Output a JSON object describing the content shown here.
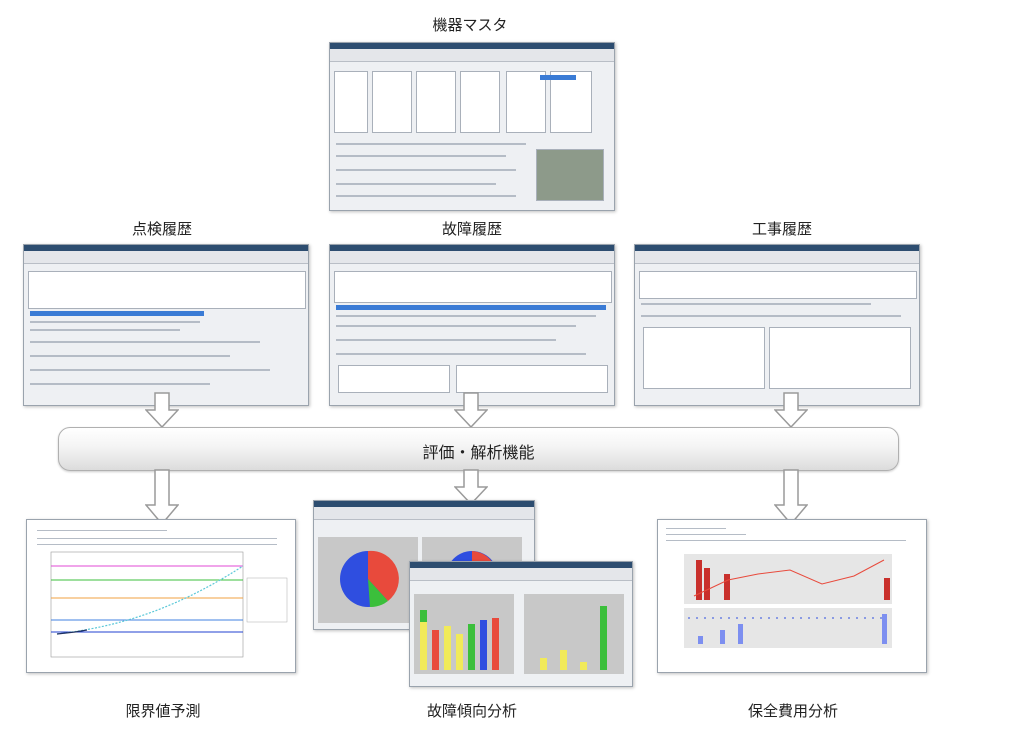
{
  "top": {
    "title": "機器マスタ"
  },
  "histories": [
    {
      "label": "点検履歴"
    },
    {
      "label": "故障履歴"
    },
    {
      "label": "工事履歴"
    }
  ],
  "center": {
    "label": "評価・解析機能"
  },
  "outputs": [
    {
      "label": "限界値予測"
    },
    {
      "label": "故障傾向分析"
    },
    {
      "label": "保全費用分析"
    }
  ],
  "colors": {
    "window_title": "#2d4d70",
    "selection": "#3a7bd5",
    "arrow_fill": "#ffffff",
    "arrow_stroke": "#9a9a9a",
    "pie_blue": "#2f4ee0",
    "pie_red": "#e84a3c",
    "pie_green": "#3bbf3b",
    "bar_red": "#c9302c",
    "bar_blue": "#7d8ff0",
    "bar_yellow": "#f1ea5a"
  }
}
